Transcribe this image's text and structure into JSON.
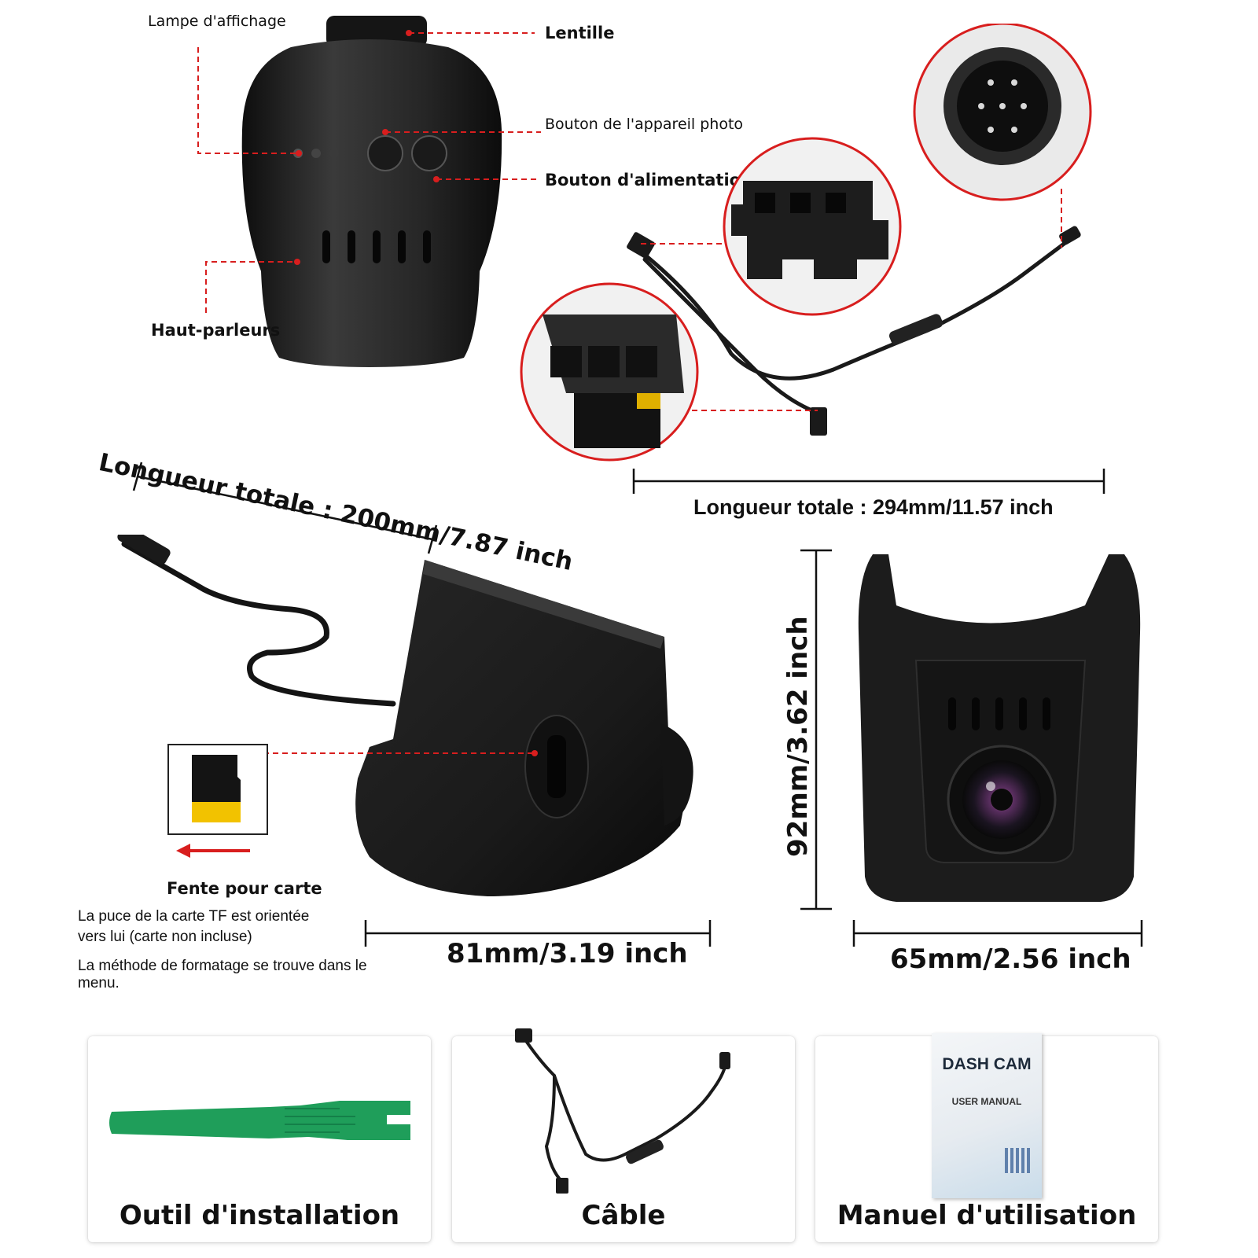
{
  "callouts": {
    "display_lamp": "Lampe d'affichage",
    "lens": "Lentille",
    "camera_button": "Bouton de l'appareil photo",
    "power_button": "Bouton d'alimentation",
    "speakers": "Haut-parleurs"
  },
  "dimensions": {
    "camera_length": "Longueur totale : 200mm/7.87 inch",
    "cable_length": "Longueur totale : 294mm/11.57 inch",
    "depth": "81mm/3.19 inch",
    "height": "92mm/3.62 inch",
    "width": "65mm/2.56 inch"
  },
  "card_slot": {
    "title": "Fente pour carte",
    "note1": "La puce de la carte TF est orientée vers lui (carte non incluse)",
    "note2": "La méthode de formatage se trouve dans le menu."
  },
  "accessories": [
    {
      "label": "Outil d'installation"
    },
    {
      "label": "Câble"
    },
    {
      "label": "Manuel d'utilisation"
    }
  ],
  "manual_cover": {
    "title": "DASH CAM",
    "subtitle": "USER MANUAL"
  },
  "colors": {
    "callout_red": "#d81e1e",
    "device_black": "#1c1c1c",
    "tool_green": "#1f9e5a",
    "sd_yellow": "#f2c200"
  }
}
